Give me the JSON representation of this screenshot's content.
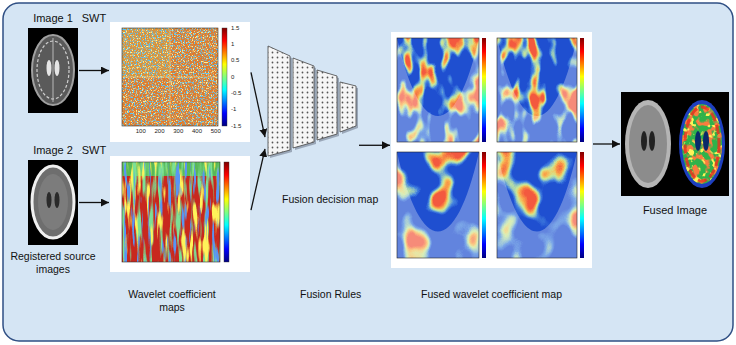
{
  "diagram": {
    "nodes": [
      {
        "text": [
          "Image 1"
        ]
      },
      {
        "text": [
          "1.5",
          "1",
          "0.5",
          "0",
          "-0.5",
          "-1",
          "-1.5",
          "100",
          "200",
          "300",
          "400",
          "500"
        ]
      },
      {
        "text": [
          "Image 2",
          "Registered source images"
        ]
      },
      {
        "text": [
          "Wavelet coefficient maps"
        ]
      },
      {
        "text": [
          "Fusion decision map",
          "Fusion Rules"
        ]
      },
      {
        "text": [
          "Fused wavelet coefficient map"
        ]
      },
      {
        "text": [
          "Fused Image"
        ]
      }
    ],
    "edges": [
      {
        "from": 0,
        "to": 1,
        "arrow": "to",
        "label": "SWT"
      },
      {
        "from": 2,
        "to": 3,
        "arrow": "to",
        "label": "SWT"
      },
      {
        "from": 1,
        "to": 4,
        "arrow": "to"
      },
      {
        "from": 3,
        "to": 4,
        "arrow": "to"
      },
      {
        "from": 4,
        "to": 5,
        "arrow": "to"
      },
      {
        "from": 5,
        "to": 6,
        "arrow": "to"
      }
    ]
  }
}
